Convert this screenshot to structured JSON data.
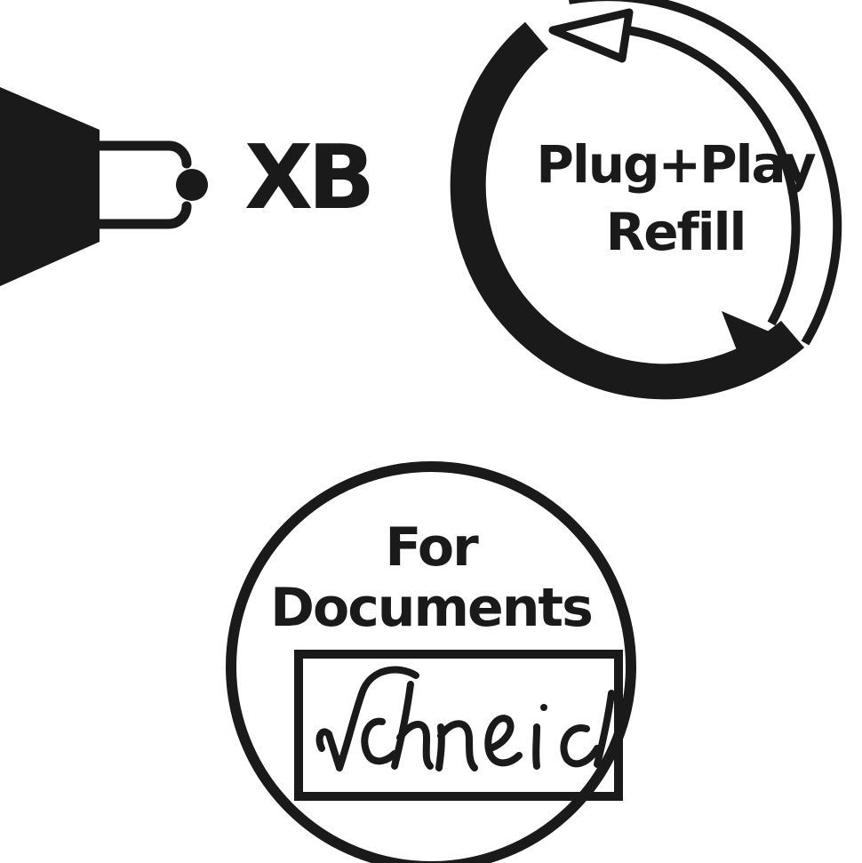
{
  "colors": {
    "ink": "#1a1a1a",
    "background": "#ffffff"
  },
  "tip_size": {
    "icon": "pen-tip-icon",
    "label": "XB"
  },
  "refill": {
    "icon": "circular-arrows-icon",
    "line1": "Plug+Play",
    "line2": "Refill"
  },
  "documents": {
    "icon": "signature-icon",
    "line1": "For",
    "line2": "Documents",
    "signature": "Schneid"
  }
}
